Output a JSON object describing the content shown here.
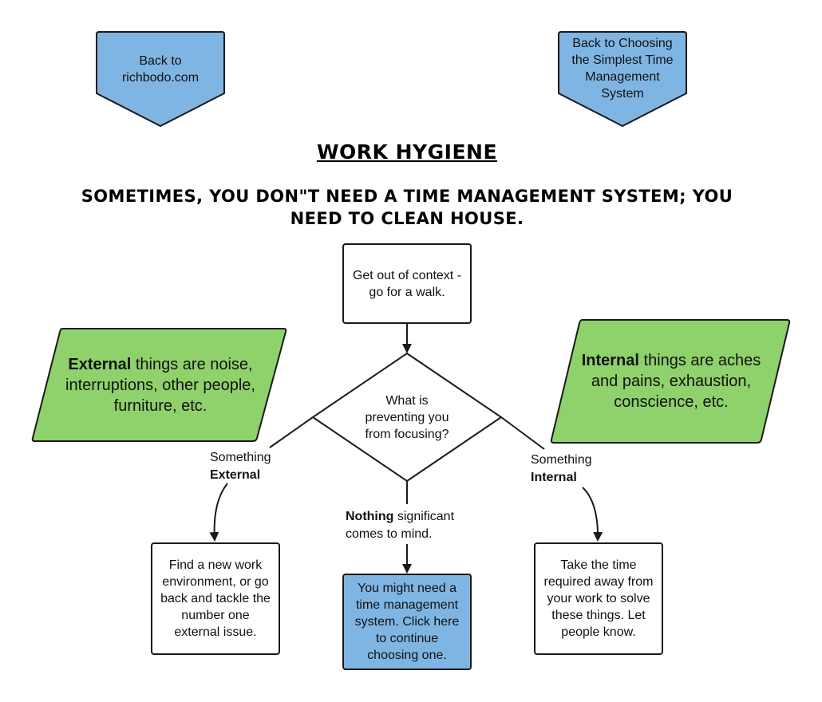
{
  "colors": {
    "nav_fill": "#7fb5e3",
    "green_fill": "#8fd16a",
    "blue_box_fill": "#7fb5e3",
    "stroke": "#1a1a1a",
    "text": "#111111"
  },
  "nav": {
    "home_label": "Back to richbodo.com",
    "back_label": "Back to Choosing the Simplest Time Management System"
  },
  "header": {
    "title": "Work Hygiene",
    "subtitle": "Sometimes, you don\"t need a time management system; you need to clean house."
  },
  "nodes": {
    "start_text": "Get out of context - go for a walk.",
    "decision_text": "What is preventing you from focusing?",
    "external_note": {
      "bold": "External",
      "rest": " things are noise, interruptions, other people, furniture, etc."
    },
    "internal_note": {
      "bold": "Internal",
      "rest": " things are aches and pains, exhaustion, conscience, etc."
    },
    "external_action": "Find a new work environment, or go back and tackle the number one external issue.",
    "nothing_action": "You might need a time management system.  Click here to continue choosing one.",
    "internal_action": "Take the time required away from your work to solve these things. Let people know."
  },
  "edges": {
    "external_label": {
      "line1": "Something",
      "bold": "External"
    },
    "internal_label": {
      "line1": "Something",
      "bold": "Internal"
    },
    "nothing_label": {
      "bold": "Nothing",
      "rest": " significant comes to mind."
    }
  }
}
